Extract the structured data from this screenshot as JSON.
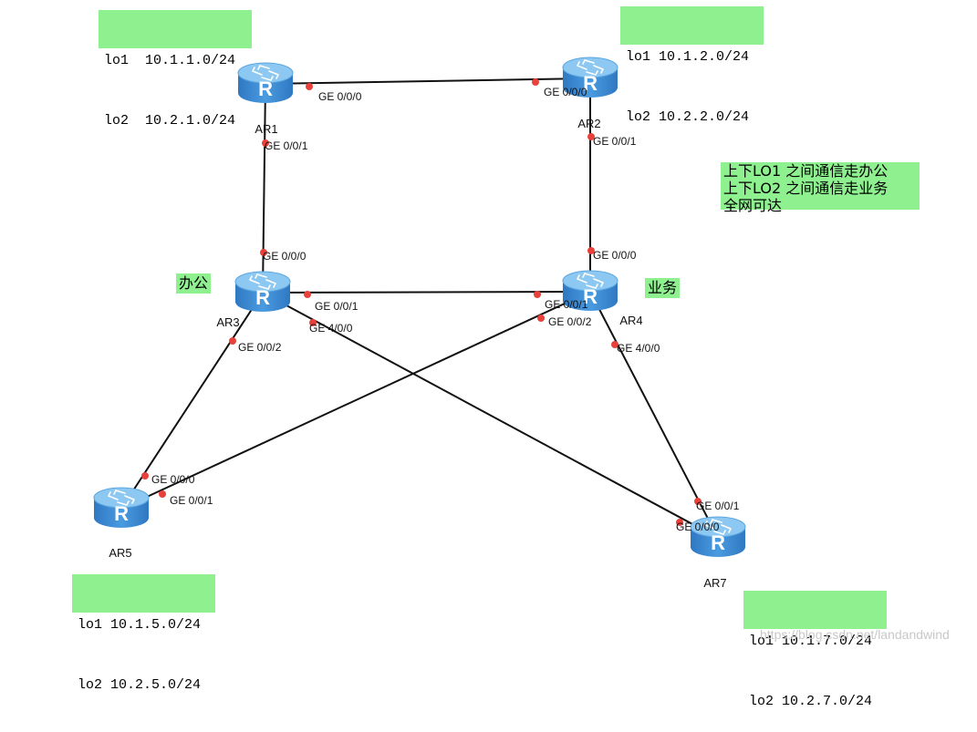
{
  "routers": [
    {
      "id": "r1",
      "name": "AR1"
    },
    {
      "id": "r2",
      "name": "AR2"
    },
    {
      "id": "r3",
      "name": "AR3"
    },
    {
      "id": "r4",
      "name": "AR4"
    },
    {
      "id": "r5",
      "name": "AR5"
    },
    {
      "id": "r7",
      "name": "AR7"
    }
  ],
  "links": [
    {
      "from": "r1",
      "to": "r2",
      "from_port": "GE 0/0/0",
      "to_port": "GE 0/0/0"
    },
    {
      "from": "r1",
      "to": "r3",
      "from_port": "GE 0/0/1",
      "to_port": "GE 0/0/0"
    },
    {
      "from": "r2",
      "to": "r4",
      "from_port": "GE 0/0/1",
      "to_port": "GE 0/0/0"
    },
    {
      "from": "r3",
      "to": "r4",
      "from_port": "GE 0/0/1",
      "to_port": "GE 0/0/1"
    },
    {
      "from": "r3",
      "to": "r5",
      "from_port": "GE 0/0/2",
      "to_port": "GE 0/0/0"
    },
    {
      "from": "r3",
      "to": "r7",
      "from_port": "GE 4/0/0",
      "to_port": "GE 0/0/0"
    },
    {
      "from": "r4",
      "to": "r5",
      "from_port": "GE 0/0/2",
      "to_port": "GE 0/0/1"
    },
    {
      "from": "r4",
      "to": "r7",
      "from_port": "GE 4/0/0",
      "to_port": "GE 0/0/1"
    }
  ],
  "loopbacks": {
    "ar1": {
      "lo1": "lo1  10.1.1.0/24",
      "lo2": "lo2  10.2.1.0/24"
    },
    "ar2": {
      "lo1": "lo1 10.1.2.0/24",
      "lo2": "lo2 10.2.2.0/24"
    },
    "ar5": {
      "lo1": "lo1 10.1.5.0/24",
      "lo2": "lo2 10.2.5.0/24"
    },
    "ar7": {
      "lo1": "lo1 10.1.7.0/24",
      "lo2": "lo2 10.2.7.0/24"
    }
  },
  "zones": {
    "office": "办公",
    "business": "业务"
  },
  "legend": {
    "line1": "上下LO1 之间通信走办公",
    "line2": "上下LO2 之间通信走业务",
    "line3": "全网可达"
  },
  "router_glyph": "R",
  "colors": {
    "note_bg": "#8ef08e",
    "router_body": "#3f8fd6",
    "router_top": "#8cc8f2",
    "port_dot": "#e8413b",
    "link": "#111111"
  },
  "icons": {
    "router": "router-icon"
  },
  "watermark": "https://blog.csdn.net/landandwind"
}
